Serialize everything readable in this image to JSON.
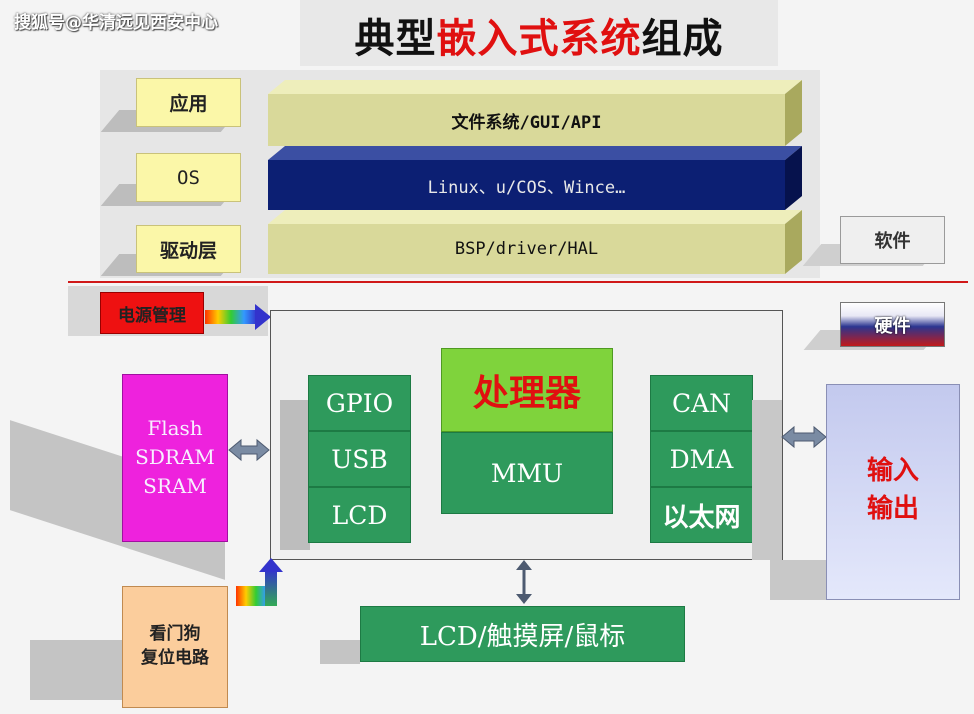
{
  "watermark": "搜狐号@华清远见西安中心",
  "title": {
    "part1": "典型",
    "part2": "嵌入式系统",
    "part3": "组成"
  },
  "labels": {
    "app": "应用",
    "os": "OS",
    "driver": "驱动层"
  },
  "layers": {
    "fs": "文件系统/GUI/API",
    "os": "Linux、u/COS、Wince…",
    "bsp": "BSP/driver/HAL"
  },
  "software": "软件",
  "hardware": "硬件",
  "power": "电源管理",
  "memory": {
    "line1": "Flash",
    "line2": "SDRAM",
    "line3": "SRAM"
  },
  "processor": {
    "left": [
      "GPIO",
      "USB",
      "LCD"
    ],
    "title": "处理器",
    "mmu": "MMU",
    "right": [
      "CAN",
      "DMA",
      "以太网"
    ]
  },
  "io": {
    "line1": "输入",
    "line2": "输出"
  },
  "watchdog": {
    "line1": "看门狗",
    "line2": "复位电路"
  },
  "display": "LCD/触摸屏/鼠标",
  "colors": {
    "title_red": "#e01010",
    "label_yellow": "#fbf7a8",
    "layer_olive": "#d9d99a",
    "layer_navy": "#0c1f73",
    "green": "#2e9a5c",
    "memory_magenta": "#ee22dd",
    "watchdog_peach": "#fbcd9c",
    "io_blue": "#c9cfee",
    "power_red": "#ee1111"
  }
}
